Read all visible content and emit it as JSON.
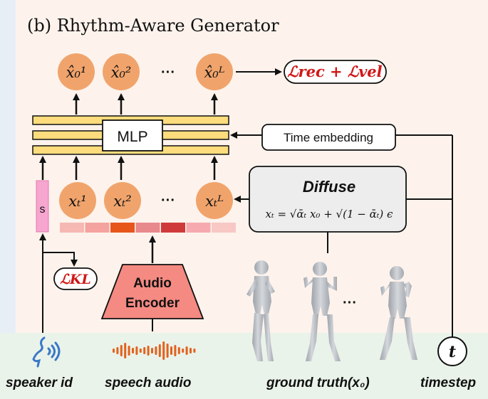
{
  "panel": {
    "title": "(b) Rhythm-Aware Generator"
  },
  "output": {
    "nodes": [
      "x̂₀¹",
      "x̂₀²",
      "x̂₀ᴸ"
    ],
    "ellipsis": "···",
    "loss": "ℒrec + ℒvel"
  },
  "mlp": {
    "label": "MLP"
  },
  "time_embedding": {
    "label": "Time embedding"
  },
  "input": {
    "s_label": "s",
    "nodes": [
      "xₜ¹",
      "xₜ²",
      "xₜᴸ"
    ],
    "ellipsis": "···"
  },
  "diffuse": {
    "title": "Diffuse",
    "formula": "xₜ = √ᾱₜ x₀ + √(1 − ᾱₜ) ϵ"
  },
  "kl_loss": {
    "label": "ℒKL"
  },
  "audio_encoder": {
    "line1": "Audio",
    "line2": "Encoder"
  },
  "gt": {
    "ellipsis": "···"
  },
  "timestep": {
    "symbol": "t"
  },
  "bottom_labels": {
    "speaker": "speaker id",
    "speech": "speech audio",
    "ground_truth": "ground truth(x₀)",
    "timestep": "timestep"
  },
  "colors": {
    "panel_bg": "#fdf3ec",
    "bottom_band": "#eaf3ea",
    "left_strip": "#e8eef6",
    "node_fill": "#f0a46c",
    "bar_fill": "#fcdc7c",
    "loss_red": "#d01818",
    "encoder_fill": "#f48a82",
    "s_fill": "#f6a6cf",
    "diffuse_fill": "#ededed",
    "audio_blue": "#3a78c8",
    "audio_orange": "#e2611d",
    "body_gray": "#c2c6cc"
  },
  "audio_segments": [
    "#f6b8b3",
    "#f4a3a0",
    "#e7571b",
    "#e8898d",
    "#cf3a3a",
    "#f6aab0",
    "#f8c8c4"
  ]
}
